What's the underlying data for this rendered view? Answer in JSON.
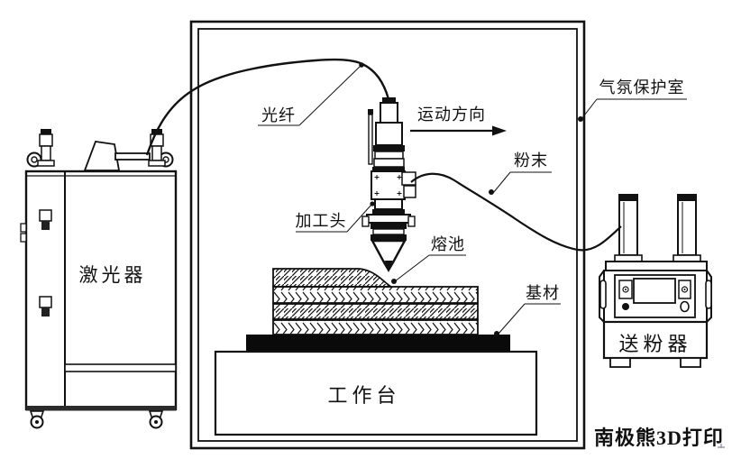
{
  "labels": {
    "fiber": "光纤",
    "motion_direction": "运动方向",
    "chamber": "气氛保护室",
    "powder": "粉末",
    "processing_head": "加工头",
    "melt_pool": "熔池",
    "substrate": "基材",
    "laser": "激光器",
    "worktable": "工作台",
    "powder_feeder": "送粉器"
  },
  "watermark": "南极熊3D打印",
  "colors": {
    "line": "#111111",
    "watermark": "#dcdee9",
    "background": "#ffffff"
  }
}
